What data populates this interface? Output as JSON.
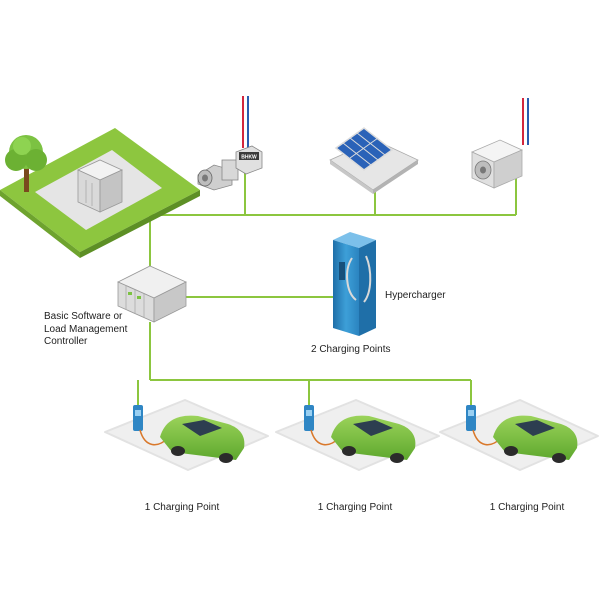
{
  "labels": {
    "controller_line1": "Basic Software or",
    "controller_line2": "Load Management",
    "controller_line3": "Controller",
    "hypercharger": "Hypercharger",
    "hyper_points": "2 Charging Points",
    "charging_point_left": "1 Charging Point",
    "charging_point_middle": "1 Charging Point",
    "charging_point_right": "1 Charging Point"
  },
  "device_text": {
    "chp_badge": "BHKW"
  },
  "icons": {
    "grid_transformer": "transformer-station-icon",
    "chp_unit": "combined-heat-power-icon",
    "solar": "solar-panel-icon",
    "heat_pump": "heat-pump-icon",
    "controller": "load-management-controller-icon",
    "hypercharger": "hypercharger-station-icon",
    "charger": "wallbox-charger-icon",
    "car": "electric-car-icon"
  },
  "colors": {
    "connection_line": "#8cc63f",
    "car_green": "#7cc242",
    "hypercharger_blue": "#3d9fd8",
    "hot_pipe": "#d3273e",
    "cold_pipe": "#2a5db0",
    "grass": "#8dc63f"
  }
}
